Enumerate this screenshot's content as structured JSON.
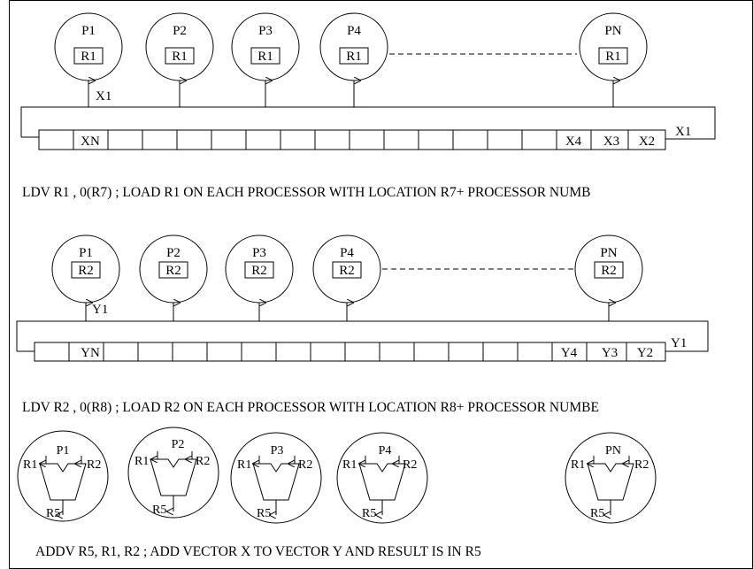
{
  "section1": {
    "processors": [
      {
        "name": "P1",
        "reg": "R1"
      },
      {
        "name": "P2",
        "reg": "R1"
      },
      {
        "name": "P3",
        "reg": "R1"
      },
      {
        "name": "P4",
        "reg": "R1"
      },
      {
        "name": "PN",
        "reg": "R1"
      }
    ],
    "bus_label_top": "X1",
    "memory_cells": [
      "XN",
      "X4",
      "X3",
      "X2"
    ],
    "mem_label_right": "X1",
    "caption": "LDV R1 , 0(R7)  ; LOAD R1 ON EACH PROCESSOR WITH LOCATION R7+ PROCESSOR NUMB"
  },
  "section2": {
    "processors": [
      {
        "name": "P1",
        "reg": "R2"
      },
      {
        "name": "P2",
        "reg": "R2"
      },
      {
        "name": "P3",
        "reg": "R2"
      },
      {
        "name": "P4",
        "reg": "R2"
      },
      {
        "name": "PN",
        "reg": "R2"
      }
    ],
    "bus_label_top": "Y1",
    "memory_cells": [
      "YN",
      "Y4",
      "Y3",
      "Y2"
    ],
    "mem_label_right": "Y1",
    "caption": "LDV R2 , 0(R8)  ; LOAD R2 ON EACH PROCESSOR WITH LOCATION R8+ PROCESSOR NUMBE"
  },
  "section3": {
    "alus": [
      {
        "name": "P1",
        "in1": "R1",
        "in2": "R2",
        "out": "R5"
      },
      {
        "name": "P2",
        "in1": "R1",
        "in2": "R2",
        "out": "R5"
      },
      {
        "name": "P3",
        "in1": "R1",
        "in2": "R2",
        "out": "R5"
      },
      {
        "name": "P4",
        "in1": "R1",
        "in2": "R2",
        "out": "R5"
      },
      {
        "name": "PN",
        "in1": "R1",
        "in2": "R2",
        "out": "R5"
      }
    ],
    "caption": "ADDV R5,  R1, R2 ;  ADD VECTOR X TO VECTOR Y AND RESULT IS IN R5"
  }
}
